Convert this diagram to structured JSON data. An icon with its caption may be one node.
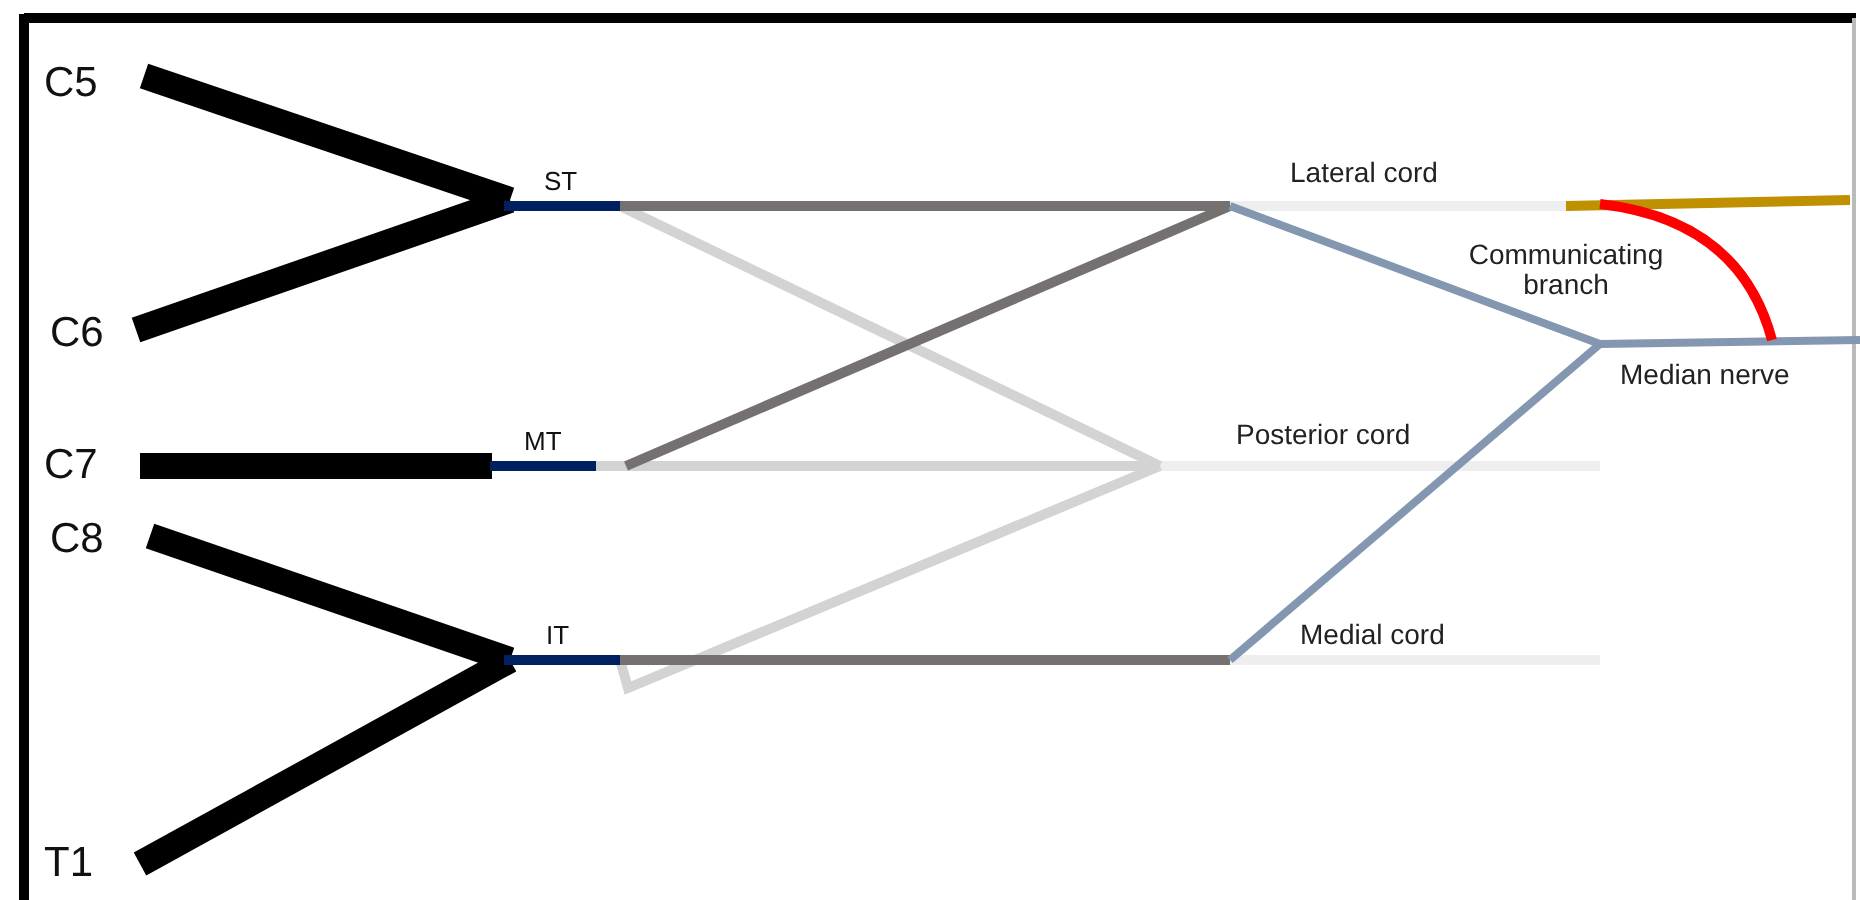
{
  "diagram": {
    "labels": [
      "C5",
      "ST",
      "Lateral cord",
      "Communicating branch",
      "C6",
      "Median nerve",
      "Posterior cord",
      "C7",
      "MT",
      "C8",
      "IT",
      "Medial cord",
      "T1"
    ]
  }
}
